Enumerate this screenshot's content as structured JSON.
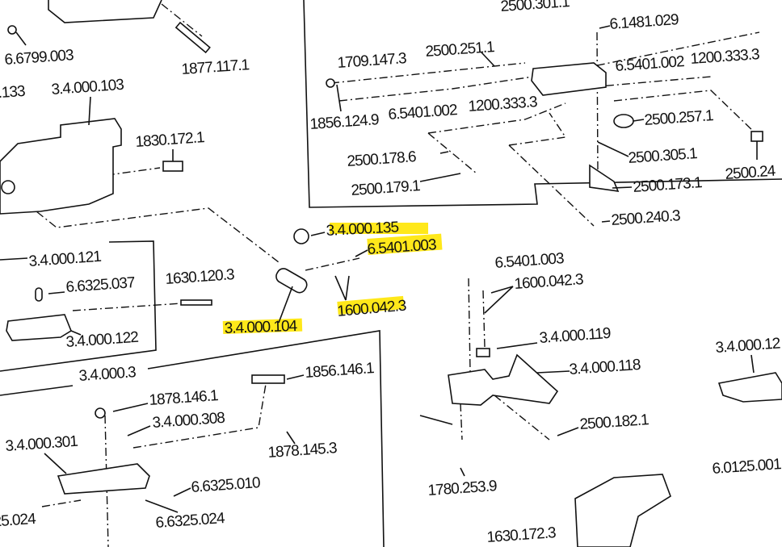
{
  "diagram": {
    "highlight_color": "#ffe81a",
    "parts": {
      "p6679900": "6.6799.003",
      "p1877117": "1877.117.1",
      "p0133": ".133",
      "p340103": "3.4.000.103",
      "p1830172": "1830.172.1",
      "p1709147": "1709.147.3",
      "p2500251": "2500.251.1",
      "p2500301": "2500.301.1",
      "p6148": "6.1481.029",
      "p65401002a": "6.5401.002",
      "p1200333a": "1200.333.3",
      "p1856124": "1856.124.9",
      "p65401002b": "6.5401.002",
      "p1200333b": "1200.333.3",
      "p2500257": "2500.257.1",
      "p2500178": "2500.178.6",
      "p2500305": "2500.305.1",
      "p250024": "2500.24",
      "p2500179": "2500.179.1",
      "p2500173": "2500.173.1",
      "p2500240": "2500.240.3",
      "p340135": "3.4.000.135",
      "p65401003h": "6.5401.003",
      "p340121": "3.4.000.121",
      "p1630120": "1630.120.3",
      "p66325037": "6.6325.037",
      "p65401003": "6.5401.003",
      "p1600042": "1600.042.3",
      "p1600042h": "1600.042.3",
      "p340104": "3.4.000.104",
      "p340122": "3.4.000.122",
      "p340119": "3.4.000.119",
      "p34012": "3.4.000.12",
      "p3403": "3.4.000.3",
      "p1856146": "1856.146.1",
      "p340118": "3.4.000.118",
      "p1878146": "1878.146.1",
      "p340308": "3.4.000.308",
      "p340301": "3.4.000.301",
      "p2500182": "2500.182.1",
      "p1878145": "1878.145.3",
      "p60125": "6.0125.001",
      "p66325010": "6.6325.010",
      "p1780253": "1780.253.9",
      "p25024": "25.024",
      "p66325024": "6.6325.024",
      "p1630172": "1630.172.3"
    }
  }
}
